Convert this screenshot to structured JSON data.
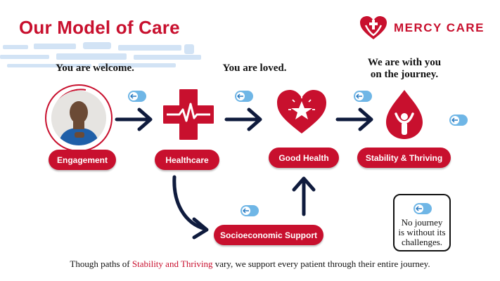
{
  "title": "Our Model of Care",
  "brand": {
    "name": "MERCY CARE",
    "logo_icon": "heart-cross-logo-icon"
  },
  "captions": {
    "welcome": "You are welcome.",
    "loved": "You are loved.",
    "journey_line1": "We are with you",
    "journey_line2": "on the journey."
  },
  "nodes": {
    "engagement": "Engagement",
    "healthcare": "Healthcare",
    "good_health": "Good Health",
    "stability": "Stability & Thriving",
    "socioeconomic": "Socioeconomic Support"
  },
  "note": {
    "line1": "No journey",
    "line2": "is without its",
    "line3": "challenges."
  },
  "footer": {
    "before": "Though paths of ",
    "highlight": "Stability and Thriving",
    "after": " vary, we support every patient through their entire journey."
  },
  "colors": {
    "brand_red": "#c8102e",
    "arrow_navy": "#0f1b3d",
    "toggle_blue": "#6fb6e6"
  }
}
